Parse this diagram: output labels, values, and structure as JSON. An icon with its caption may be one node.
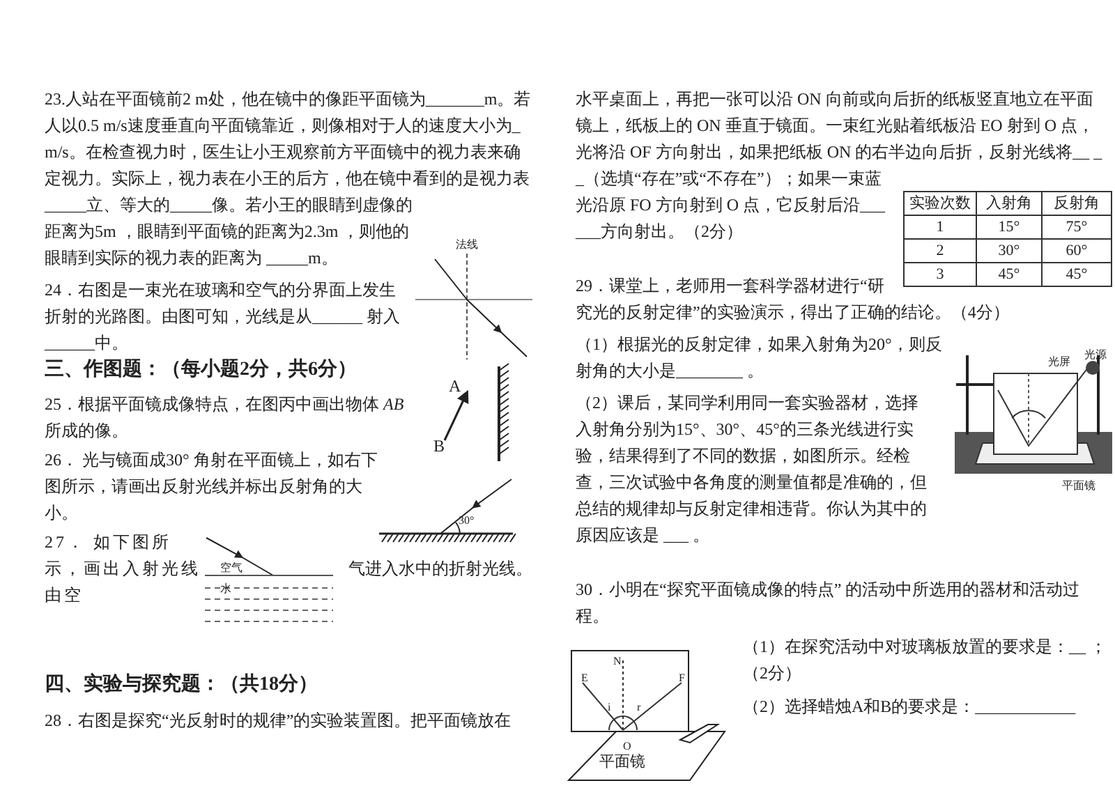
{
  "diagram": {
    "labels": [
      "23.人站在平面镜前2 m处，他在镜中的像距平面镜为_______m。若人以0.5 m/s速度垂直向平面镜靠近，则像相对于人的速度大小为_ m/s。在检查视力时，医生让小王观察前方平面镜中的视力表来确定视力。实际上，视力表在小王的后方，他在镜中看到的是视力表_____立、等大的_____像。若小王的眼睛到虚像的距离为5m ，眼睛到平面镜的距离为2.3m ，则他的眼睛到实际的视力表的距离为 _____m。",
      "法线",
      "24．右图是一束光在玻璃和空气的分界面上发生折射的光路图。由图可知，光线是从______ 射入 ______中。",
      "三、作图题：（每小题2分，共6分）",
      "25．根据平面镜成像特点，在图丙中画出物体 *AB* 所成的像。",
      "A",
      "B",
      "26． 光与镜面成30° 角射在平面镜上，如右下图所示，请画出反射光线并标出反射角的大小。",
      "30°",
      "27． 如下图所示，画出入射光线由空",
      "空气",
      "水",
      "气进入水中的折射光线。",
      "四、实验与探究题：（共18分）",
      "28．右图是探究“光反射时的规律”的实验装置图。把平面镜放在",
      "水平桌面上，再把一张可以沿 ON 向前或向后折的纸板竖直地立在平面镜上，纸板上的 ON 垂直于镜面。一束红光贴着纸板沿 EO 射到 O 点，光将沿 OF 方向射出，如果把纸板 ON 的右半边向后折，反射光线将__ __（选填“存在”或“不存在”）；如果一束蓝光沿原 FO 方向射到 O 点，它反射后沿______方向射出。（2分）",
      "实验次数",
      "入射角",
      "反射角",
      "1",
      "15°",
      "75°",
      "2",
      "30°",
      "60°",
      "3",
      "45°",
      "45°",
      "29．课堂上，老师用一套科学器材进行“研究光的反射定律”的实验演示，得出了正确的结论。（4分）",
      "（1）根据光的反射定律，如果入射角为20°，则反射角的大小是________ 。",
      "光屏",
      "光源",
      "平面镜",
      "（2）课后，某同学利用同一套实验器材，选择入射角分别为15°、30°、45°的三条光线进行实验，结果得到了不同的数据，如图所示。经检查，三次试验中各角度的测量值都是准确的，但总结的规律却与反射定律相违背。你认为其中的原因应该是 ___ 。",
      "30．小明在“探究平面镜成像的特点” 的活动中所选用的器材和活动过程。",
      "N",
      "E",
      "F",
      "i",
      "r",
      "O",
      "平面镜",
      "（1）在探究活动中对玻璃板放置的要求是：__ ；（2分）",
      "（2）选择蜡烛A和B的要求是：____________"
    ]
  }
}
